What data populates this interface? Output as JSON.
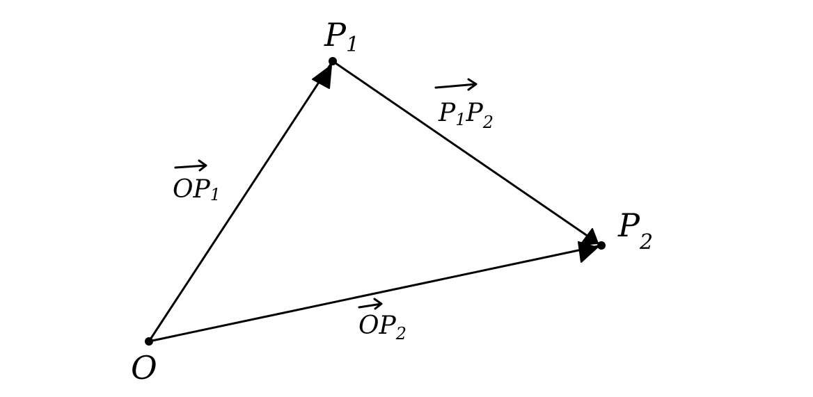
{
  "points": {
    "origin": {
      "label": "O",
      "sub": ""
    },
    "p1": {
      "label": "P",
      "sub": "1"
    },
    "p2": {
      "label": "P",
      "sub": "2"
    }
  },
  "vectors": {
    "op1": {
      "label": "OP",
      "sub": "1"
    },
    "p1p2": {
      "label": "P",
      "sub_a": "1",
      "label_b": "P",
      "sub_b": "2"
    },
    "op2": {
      "label": "OP",
      "sub": "2"
    }
  },
  "colors": {
    "ink": "#000000",
    "background": "#ffffff"
  }
}
